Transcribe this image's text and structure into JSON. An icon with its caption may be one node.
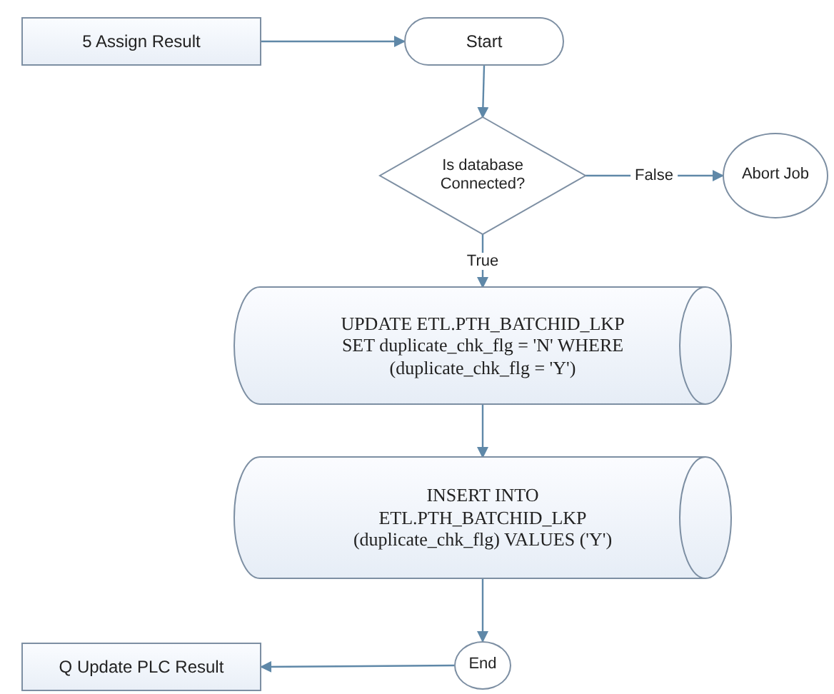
{
  "diagram": {
    "nodes": [
      {
        "text": [
          "5 Assign Result"
        ]
      },
      {
        "text": [
          "Start"
        ]
      },
      {
        "text": [
          "Is database Connected?"
        ]
      },
      {
        "text": [
          "Abort Job"
        ]
      },
      {
        "text": [
          "UPDATE ETL.PTH_BATCHID_LKP SET duplicate_chk_flg = 'N' WHERE (duplicate_chk_flg = 'Y')"
        ]
      },
      {
        "text": [
          "INSERT INTO ETL.PTH_BATCHID_LKP (duplicate_chk_flg) VALUES ('Y')"
        ]
      },
      {
        "text": [
          "End"
        ]
      },
      {
        "text": [
          "Q Update PLC Result"
        ]
      }
    ],
    "edges": [
      {
        "from": 0,
        "to": 1,
        "arrow": "to"
      },
      {
        "from": 1,
        "to": 2,
        "arrow": "to"
      },
      {
        "from": 2,
        "to": 3,
        "arrow": "to",
        "label": "False"
      },
      {
        "from": 2,
        "to": 4,
        "arrow": "to",
        "label": "True"
      },
      {
        "from": 4,
        "to": 5,
        "arrow": "to"
      },
      {
        "from": 5,
        "to": 6,
        "arrow": "to"
      },
      {
        "from": 6,
        "to": 7,
        "arrow": "to"
      }
    ]
  }
}
